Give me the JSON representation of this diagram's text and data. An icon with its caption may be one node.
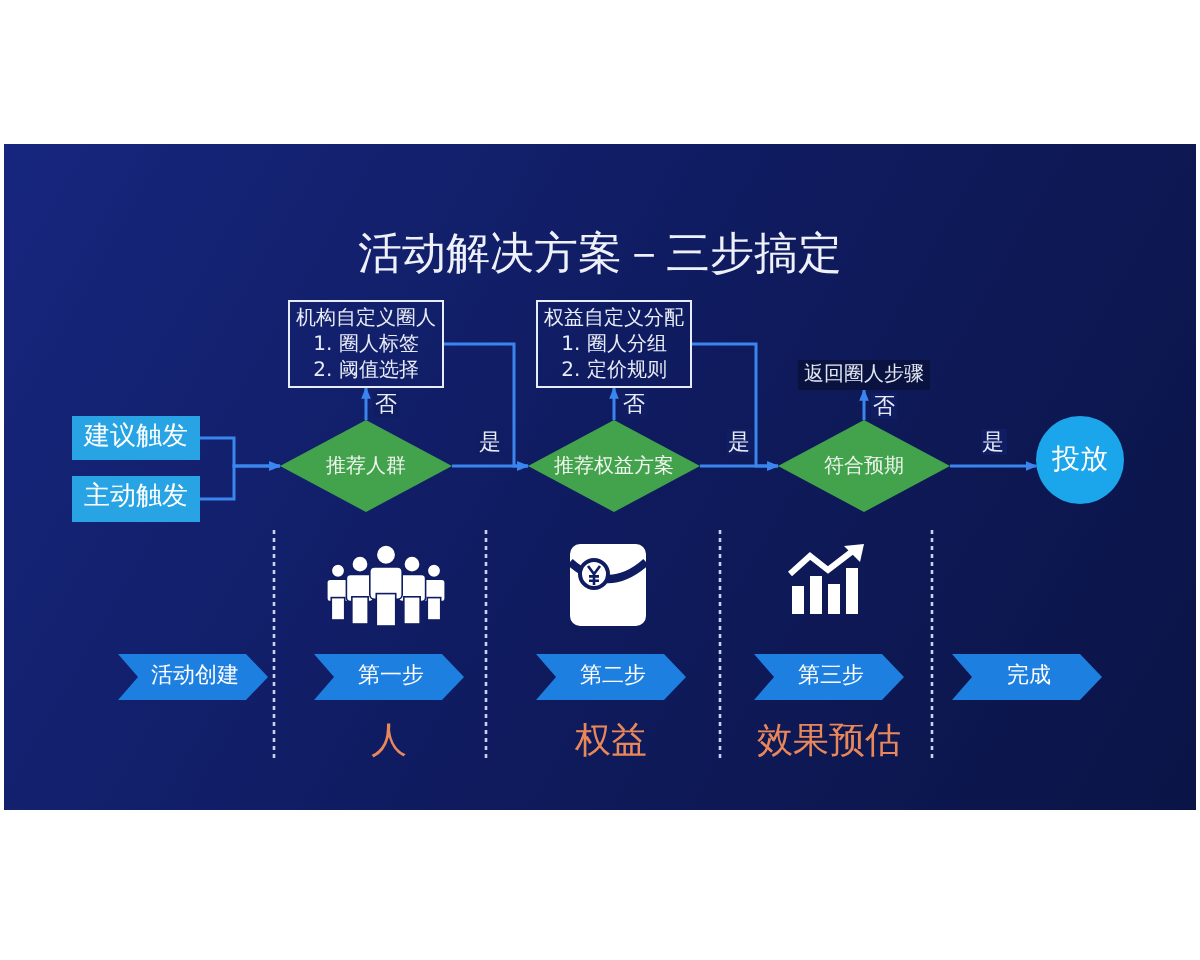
{
  "diagram": {
    "title": "活动解决方案－三步搞定",
    "nodes": [
      {
        "text": [
          "建议触发"
        ]
      },
      {
        "text": [
          "主动触发"
        ]
      },
      {
        "text": [
          "机构自定义圈人",
          "1. 圈人标签",
          "2. 阈值选择"
        ]
      },
      {
        "text": [
          "推荐人群"
        ]
      },
      {
        "text": [
          "权益自定义分配",
          "1. 圈人分组",
          "2. 定价规则"
        ]
      },
      {
        "text": [
          "推荐权益方案"
        ]
      },
      {
        "text": [
          "返回圈人步骤"
        ]
      },
      {
        "text": [
          "符合预期"
        ]
      },
      {
        "text": [
          "投放"
        ]
      },
      {
        "text": [
          "活动创建"
        ]
      },
      {
        "text": [
          "第一步"
        ],
        "beside": [
          "人"
        ]
      },
      {
        "text": [
          "第二步"
        ],
        "beside": [
          "权益"
        ]
      },
      {
        "text": [
          "第三步"
        ],
        "beside": [
          "效果预估"
        ]
      },
      {
        "text": [
          "完成"
        ]
      }
    ],
    "edges": [
      {
        "from": 0,
        "to": 3,
        "arrow": "to"
      },
      {
        "from": 1,
        "to": 3,
        "arrow": "to"
      },
      {
        "from": 3,
        "to": 2,
        "arrow": "to",
        "label": "否"
      },
      {
        "from": 3,
        "to": 5,
        "arrow": "to",
        "label": "是"
      },
      {
        "from": 2,
        "to": 5,
        "arrow": "to"
      },
      {
        "from": 5,
        "to": 4,
        "arrow": "to",
        "label": "否"
      },
      {
        "from": 5,
        "to": 7,
        "arrow": "to",
        "label": "是"
      },
      {
        "from": 4,
        "to": 7,
        "arrow": "to"
      },
      {
        "from": 7,
        "to": 6,
        "arrow": "to",
        "label": "否"
      },
      {
        "from": 7,
        "to": 8,
        "arrow": "to",
        "label": "是"
      }
    ]
  }
}
